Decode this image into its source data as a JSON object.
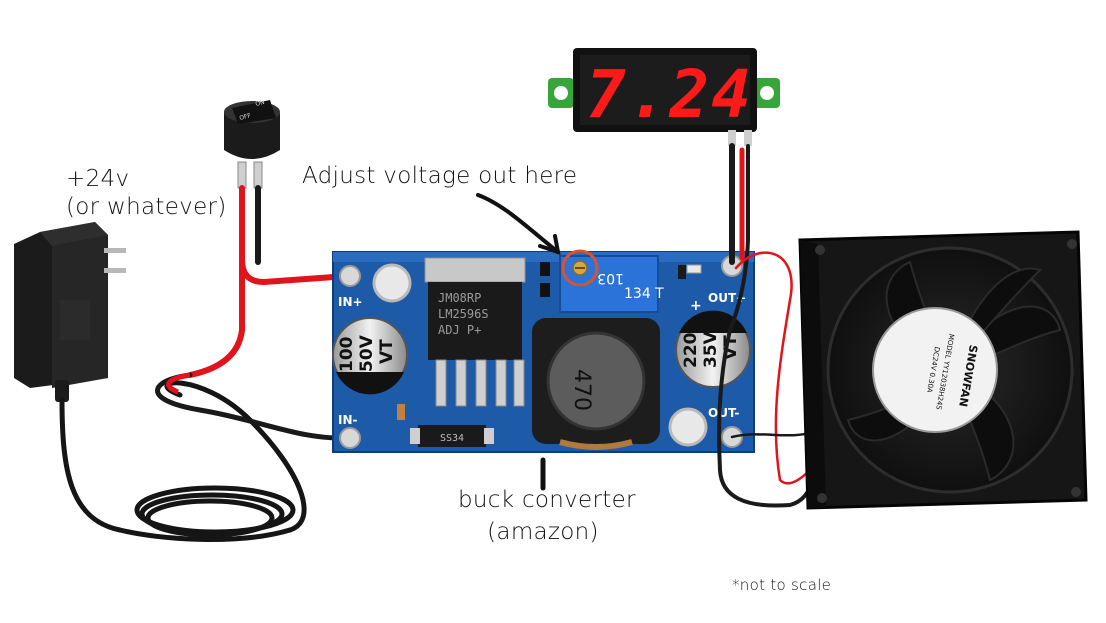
{
  "annotations": {
    "supply_line1": "+24v",
    "supply_line2": "(or whatever)",
    "adjust": "Adjust voltage out here",
    "buck_line1": "buck converter",
    "buck_line2": "(amazon)",
    "scale_note": "*not to scale"
  },
  "voltmeter": {
    "reading": "7.24"
  },
  "switch": {
    "on": "ON",
    "off": "OFF"
  },
  "board": {
    "in_plus": "IN+",
    "in_minus": "IN-",
    "out_plus": "OUT+",
    "out_minus": "OUT-",
    "plus_mark": "+",
    "chip_line1": "JM08RP",
    "chip_line2": "LM2596S",
    "chip_line3": "ADJ  P+",
    "cap1_line1": "100",
    "cap1_line2": "50V",
    "cap1_line3": "VT",
    "cap2_line1": "220",
    "cap2_line2": "35V",
    "cap2_line3": "VT",
    "inductor": "470",
    "pot_line1": "103",
    "pot_line2": "134 T",
    "diode": "SS34"
  },
  "fan": {
    "brand": "SNOWFAN",
    "model": "MODEL YY12038H24S",
    "rating": "DC24V 0.30A"
  },
  "colors": {
    "board_blue": "#1d5aa8",
    "wire_red": "#e0141a",
    "wire_black": "#1a1a1a",
    "display_red": "#ff1a1a",
    "circle_highlight": "#d9542b"
  }
}
